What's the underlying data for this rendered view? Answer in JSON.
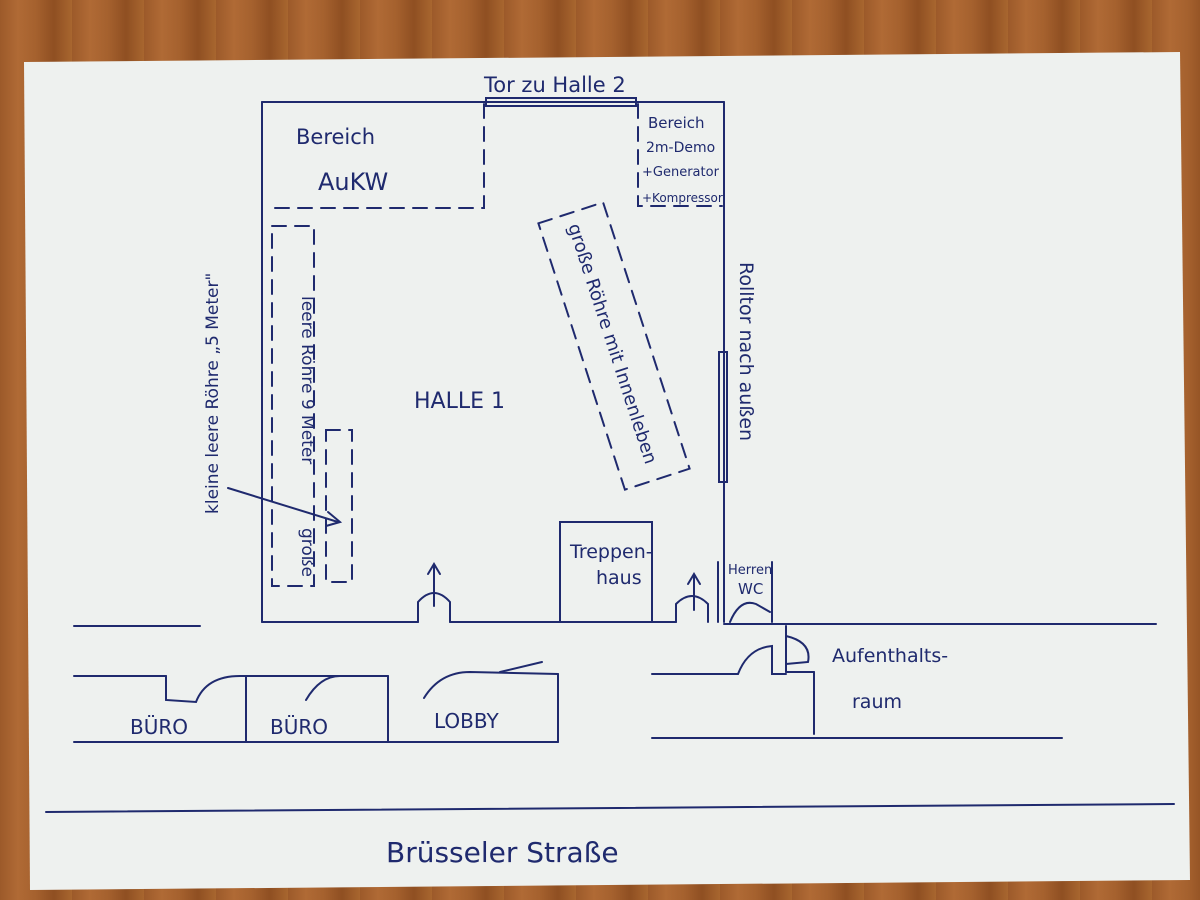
{
  "labels": {
    "gate_hall2": "Tor zu Halle 2",
    "area_aukw_1": "Bereich",
    "area_aukw_2": "AuKW",
    "demo_1": "Bereich",
    "demo_2": "2m-Demo",
    "demo_3": "+Generator",
    "demo_4": "+Kompressor",
    "rolltor": "Rolltor nach außen",
    "small_pipe": "kleine leere Röhre „5 Meter\"",
    "big_pipe_9m": "leere Röhre 9 Meter",
    "big_pipe_lower": "große",
    "big_pipe_inner": "große Röhre mit Innenleben",
    "hall1": "HALLE 1",
    "stair_1": "Treppen-",
    "stair_2": "haus",
    "wc_1": "Herren",
    "wc_2": "WC",
    "lounge_1": "Aufenthalts-",
    "lounge_2": "raum",
    "office1": "BÜRO",
    "office2": "BÜRO",
    "lobby": "LOBBY",
    "street": "Brüsseler Straße"
  },
  "colors": {
    "ink": "#1f2a6e",
    "paper": "#eef1ef",
    "wood": "#a5612e"
  }
}
